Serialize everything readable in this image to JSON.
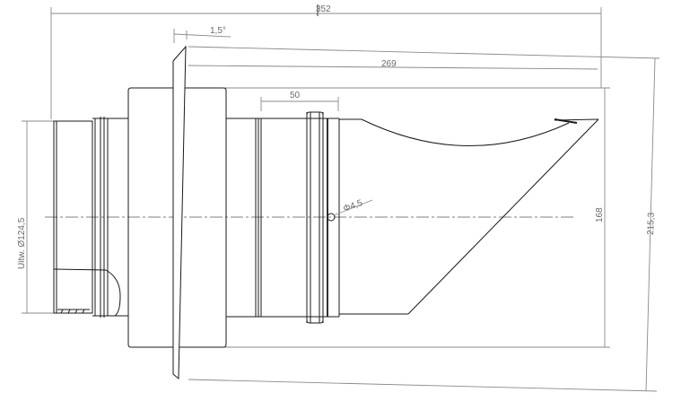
{
  "drawing": {
    "type": "technical-drawing",
    "subject": "cylindrical pipe fitting / roof vent with angled flange and slanted cut-off end",
    "dimensions": {
      "overall_length": "352",
      "flange_angle": "1,5°",
      "length_from_flange": "269",
      "band_width": "50",
      "hole_diameter": "Φ4,5",
      "outer_diameter_label": "Uitw. Ø124,5",
      "height_168": "168",
      "height_215": "215,3"
    },
    "colors": {
      "outline": "#1a1a1a",
      "dimension_line": "#8a8a8a",
      "dimension_text": "#6a6a6a",
      "background": "#ffffff"
    }
  }
}
